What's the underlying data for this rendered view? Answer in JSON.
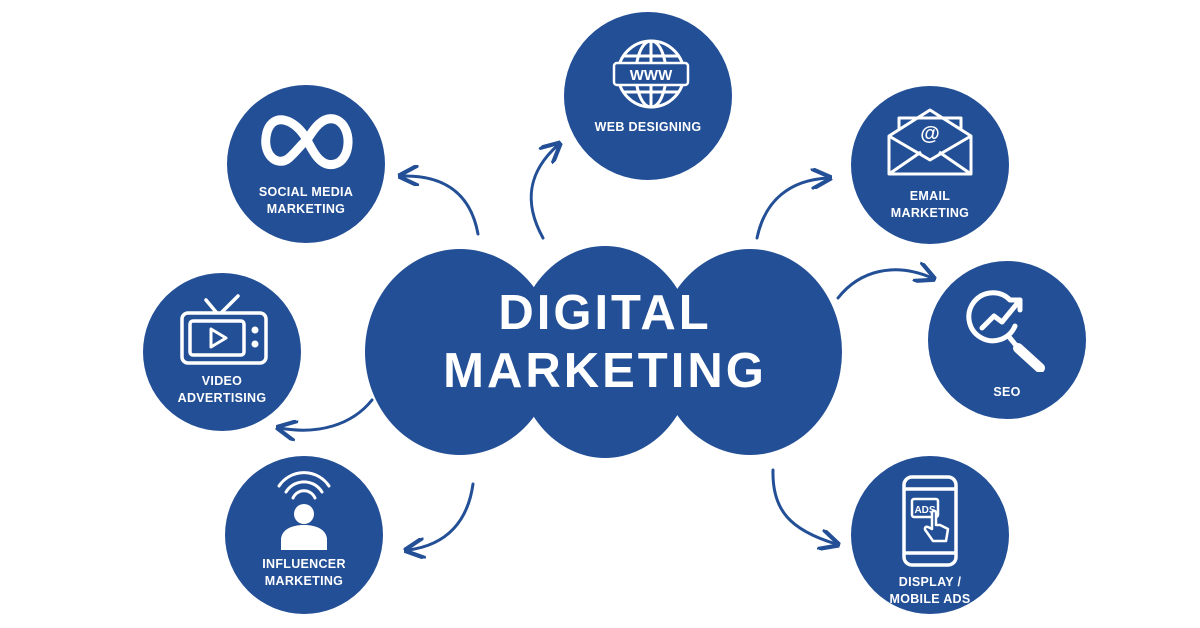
{
  "colors": {
    "primary": "#234f96",
    "text": "#ffffff",
    "background": "#ffffff"
  },
  "center": {
    "line1": "DIGITAL",
    "line2": "MARKETING"
  },
  "nodes": {
    "web": {
      "line1": "WEB DESIGNING",
      "icon": "globe-www-icon",
      "icon_text": "WWW"
    },
    "social": {
      "line1": "SOCIAL MEDIA",
      "line2": "MARKETING",
      "icon": "meta-infinity-icon"
    },
    "email": {
      "line1": "EMAIL",
      "line2": "MARKETING",
      "icon": "envelope-at-icon",
      "icon_text": "@"
    },
    "video": {
      "line1": "VIDEO",
      "line2": "ADVERTISING",
      "icon": "tv-play-icon"
    },
    "seo": {
      "line1": "SEO",
      "icon": "magnifier-trend-icon"
    },
    "influencer": {
      "line1": "INFLUENCER",
      "line2": "MARKETING",
      "icon": "person-broadcast-icon"
    },
    "display": {
      "line1": "DISPLAY /",
      "line2": "MOBILE ADS",
      "icon": "phone-ads-icon",
      "icon_text": "ADS"
    }
  }
}
